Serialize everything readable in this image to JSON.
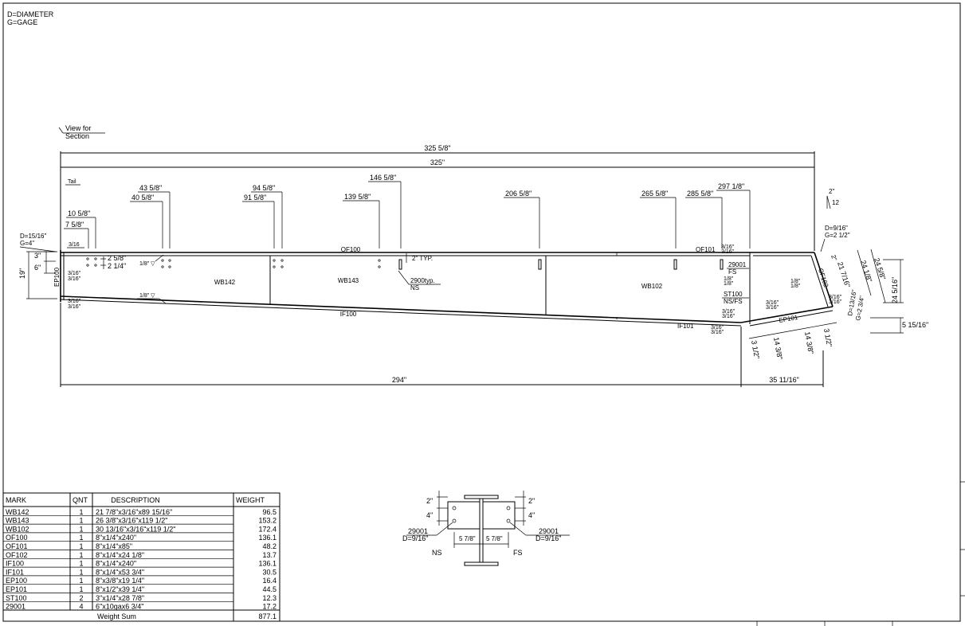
{
  "legend": {
    "line1": "D=DIAMETER",
    "line2": "G=GAGE"
  },
  "view_note": {
    "line1": "View for",
    "line2": "Section"
  },
  "dimensions": {
    "overall_top": "325 5/8\"",
    "overall_second": "325\"",
    "tail": "Tail",
    "d_146": "146 5/8\"",
    "d_297": "297 1/8\"",
    "d_43": "43 5/8\"",
    "d_94": "94 5/8\"",
    "d_40": "40 5/8\"",
    "d_91": "91 5/8\"",
    "d_139": "139 5/8\"",
    "d_206": "206 5/8\"",
    "d_265": "265 5/8\"",
    "d_285": "285 5/8\"",
    "d_10": "10 5/8\"",
    "d_7": "7 5/8\"",
    "left_d": "D=15/16\"",
    "left_g": "G=4\"",
    "d_3": "3\"",
    "d_6": "6\"",
    "d_19": "19\"",
    "d_2_5_8": "2 5/8\"",
    "d_2_1_4": "2 1/4\"",
    "typ": "2\" TYP.",
    "bottom_294": "294\"",
    "bottom_35": "35 11/16\"",
    "slope_2": "2\"",
    "slope_12": "12",
    "right_d": "D=9/16\"",
    "right_g": "G=2 1/2\"",
    "r_24_5_8": "24 5/8\"",
    "r_24_1_8": "24 1/8\"",
    "r_21": "21 7/16\"",
    "r_24_5_16": "24 5/16\"",
    "r_5_15_16": "5 15/16\"",
    "r_d13": "D=13/16\"",
    "r_g234": "G=2 3/4\"",
    "r_3_1_2a": "3 1/2\"",
    "r_14_3_8a": "14 3/8\"",
    "r_14_3_8b": "14 3/8\"",
    "r_3_1_2b": "3 1/2\"",
    "r_2": "2\""
  },
  "parts": {
    "of100": "OF100",
    "of101": "OF101",
    "of102": "OF102",
    "if100": "IF100",
    "if101": "IF101",
    "ep100": "EP100",
    "ep101": "EP101",
    "wb142": "WB142",
    "wb143": "WB143",
    "wb102": "WB102",
    "st100": "ST100",
    "nsfs": "NS/FS",
    "m29001": "29001",
    "fs": "FS",
    "m2900typ": "2900typ.",
    "ns": "NS"
  },
  "welds": {
    "w3_16": "3/16",
    "w3_16q": "3/16\"",
    "w1_8": "1/8\"",
    "w1_8_arrow": "1/8\" ▽"
  },
  "section": {
    "d2a": "2\"",
    "d4a": "4\"",
    "d2b": "2\"",
    "d4b": "4\"",
    "left_mark": "29001",
    "left_d": "D=9/16\"",
    "right_mark": "29001",
    "right_d": "D=9/16\"",
    "w1": "5 7/8\"",
    "w2": "5 7/8\"",
    "ns": "NS",
    "fs": "FS"
  },
  "bom": {
    "headers": [
      "MARK",
      "QNT",
      "DESCRIPTION",
      "WEIGHT"
    ],
    "rows": [
      [
        "WB142",
        "1",
        "21 7/8\"x3/16\"x89 15/16\"",
        "96.5"
      ],
      [
        "WB143",
        "1",
        "26 3/8\"x3/16\"x119 1/2\"",
        "153.2"
      ],
      [
        "WB102",
        "1",
        "30 13/16\"x3/16\"x119 1/2\"",
        "172.4"
      ],
      [
        "OF100",
        "1",
        "8\"x1/4\"x240\"",
        "136.1"
      ],
      [
        "OF101",
        "1",
        "8\"x1/4\"x85\"",
        "48.2"
      ],
      [
        "OF102",
        "1",
        "8\"x1/4\"x24 1/8\"",
        "13.7"
      ],
      [
        "IF100",
        "1",
        "8\"x1/4\"x240\"",
        "136.1"
      ],
      [
        "IF101",
        "1",
        "8\"x1/4\"x53 3/4\"",
        "30.5"
      ],
      [
        "EP100",
        "1",
        "8\"x3/8\"x19 1/4\"",
        "16.4"
      ],
      [
        "EP101",
        "1",
        "8\"x1/2\"x39 1/4\"",
        "44.5"
      ],
      [
        "ST100",
        "2",
        "3\"x1/4\"x28 7/8\"",
        "12.3"
      ],
      [
        "29001",
        "4",
        "6\"x10gax6 3/4\"",
        "17.2"
      ]
    ],
    "sum_label": "Weight Sum",
    "sum_value": "877.1"
  }
}
